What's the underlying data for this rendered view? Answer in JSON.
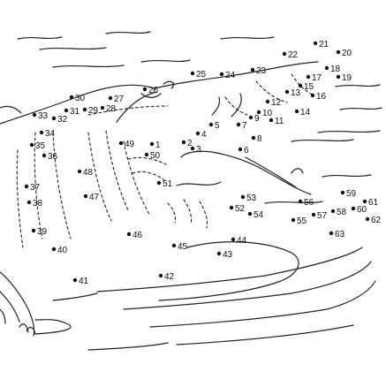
{
  "puzzle": {
    "labels": [
      "1",
      "2",
      "3",
      "4",
      "5",
      "6",
      "7",
      "8",
      "9",
      "10",
      "11",
      "12",
      "13",
      "14",
      "15",
      "16",
      "17",
      "18",
      "19",
      "20",
      "21",
      "22",
      "23",
      "24",
      "25",
      "26",
      "27",
      "28",
      "29",
      "30",
      "31",
      "32",
      "33",
      "34",
      "35",
      "36",
      "37",
      "38",
      "39",
      "40",
      "41",
      "42",
      "43",
      "44",
      "45",
      "46",
      "47",
      "48",
      "49",
      "50",
      "51",
      "52",
      "53",
      "54",
      "55",
      "56",
      "57",
      "58",
      "59",
      "60",
      "61",
      "62",
      "63"
    ]
  }
}
